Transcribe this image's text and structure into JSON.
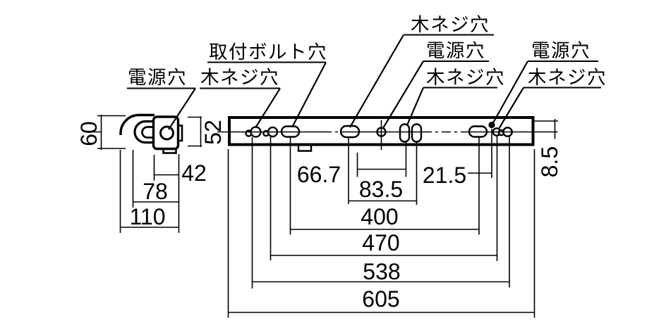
{
  "figure": {
    "kind": "luminaire-installation-dimension-drawing"
  },
  "callouts": {
    "left_power": "電源穴",
    "left_wood_screw": "木ネジ穴",
    "mounting_bolt": "取付ボルト穴",
    "mid_wood_screw_top": "木ネジ穴",
    "mid_power": "電源穴",
    "mid_wood_screw": "木ネジ穴",
    "right_power": "電源穴",
    "right_wood_screw": "木ネジ穴"
  },
  "dimensions": {
    "side_height": "60",
    "body_height": "52",
    "side_depth_inner": "42",
    "side_depth_mid": "78",
    "side_depth_total": "110",
    "offset_66_7": "66.7",
    "offset_83_5": "83.5",
    "offset_21_5": "21.5",
    "offset_8_5": "8.5",
    "pitch_400": "400",
    "pitch_470": "470",
    "pitch_538": "538",
    "length_605": "605"
  },
  "colors": {
    "line": "#000000",
    "background": "#ffffff"
  }
}
